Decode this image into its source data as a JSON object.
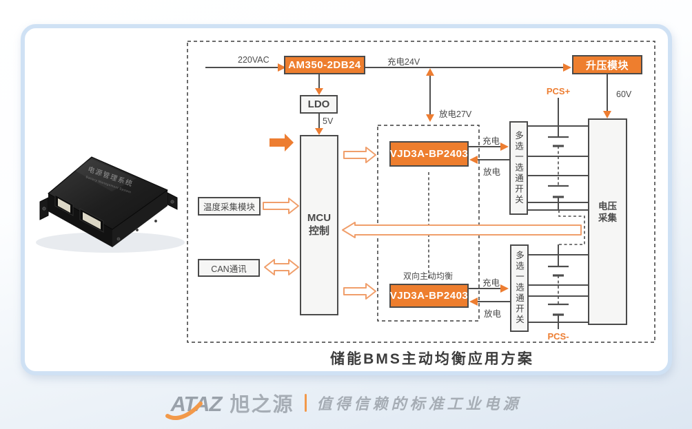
{
  "card": {
    "caption": "储能BMS主动均衡应用方案"
  },
  "device": {
    "label_cn": "电源管理系统",
    "label_en": "Battery Management System"
  },
  "diagram": {
    "labels": {
      "ac_input": "220VAC",
      "charge_24v": "充电24V",
      "discharge_27v": "放电27V",
      "v5": "5V",
      "v60": "60V",
      "charge": "充电",
      "discharge": "放电",
      "bidirectional_balance": "双向主动均衡",
      "pcs_plus": "PCS+",
      "pcs_minus": "PCS-"
    },
    "blocks": {
      "psu": "AM350-2DB24",
      "boost": "升压模块",
      "ldo": "LDO",
      "mcu_line1": "MCU",
      "mcu_line2": "控制",
      "temp_module": "温度采集模块",
      "can_comm": "CAN通讯",
      "balancer": "VJD3A-BP2403",
      "selector_switch": "多选一选通开关",
      "voltage_line1": "电压",
      "voltage_line2": "采集"
    },
    "colors": {
      "accent_orange": "#ED7D31",
      "orange_fill": "#EE7E2E",
      "line_gray": "#4D4D4D",
      "arrow_outline": "#F09E6A",
      "card_border": "#CFE1F4"
    }
  },
  "footer": {
    "logo": "ATAZ",
    "brand": "旭之源",
    "divider": "|",
    "tagline": "值得信赖的标准工业电源"
  }
}
